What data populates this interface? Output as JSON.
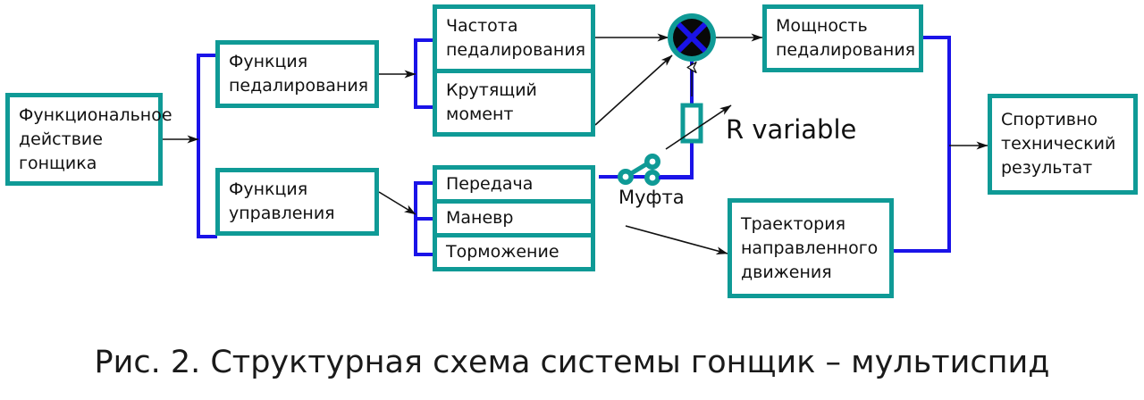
{
  "diagram": {
    "title": "Структурная схема системы гонщик – мультиспид",
    "colors": {
      "box_border": "#0f9a96",
      "bus_line": "#1a13e8",
      "arrow_line": "#1a1a1a",
      "background": "#ffffff",
      "text": "#111111"
    },
    "nodes": [
      {
        "id": "functional-action",
        "lines": [
          "Функциональное",
          "действие",
          "гонщика"
        ]
      },
      {
        "id": "pedaling-function",
        "lines": [
          "Функция",
          "педалирования"
        ]
      },
      {
        "id": "control-function",
        "lines": [
          "Функция",
          "управления"
        ]
      },
      {
        "id": "pedaling-cadence",
        "lines": [
          "Частота",
          "педалирования"
        ]
      },
      {
        "id": "torque",
        "lines": [
          "Крутящий",
          "момент"
        ]
      },
      {
        "id": "gear-shift",
        "lines": [
          "Передача"
        ]
      },
      {
        "id": "maneuver",
        "lines": [
          "Маневр"
        ]
      },
      {
        "id": "braking",
        "lines": [
          "Торможение"
        ]
      },
      {
        "id": "pedaling-power",
        "lines": [
          "Мощность",
          "педалирования"
        ]
      },
      {
        "id": "trajectory",
        "lines": [
          "Траектория",
          "направленного",
          "движения"
        ]
      },
      {
        "id": "sport-result",
        "lines": [
          "Спортивно",
          "технический",
          "результат"
        ]
      }
    ],
    "labels": {
      "r_variable": "R variable",
      "mufta": "Муфта"
    },
    "symbols": {
      "multiplier": "multiplier-circle",
      "variable_resistor": "variable-resistor",
      "clutch_switch": "clutch-switch"
    },
    "caption": "Рис. 2. Структурная схема системы гонщик – мультиспид"
  }
}
